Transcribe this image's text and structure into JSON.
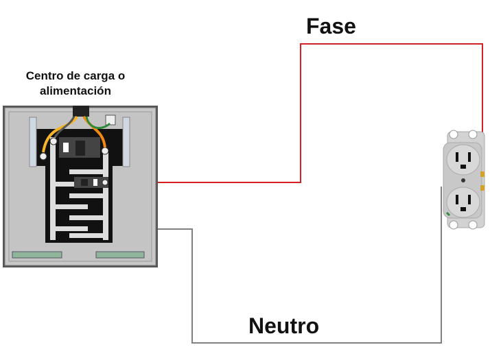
{
  "labels": {
    "panel_title": "Centro de carga o alimentación",
    "phase": "Fase",
    "neutral": "Neutro"
  },
  "colors": {
    "phase_wire": "#d42020",
    "neutral_wire": "#808080",
    "ground_wire": "#2e8b3a",
    "supply_wire": "#f39a1e",
    "panel": "#c8c8c8",
    "receptacle": "#d2d2d2"
  }
}
